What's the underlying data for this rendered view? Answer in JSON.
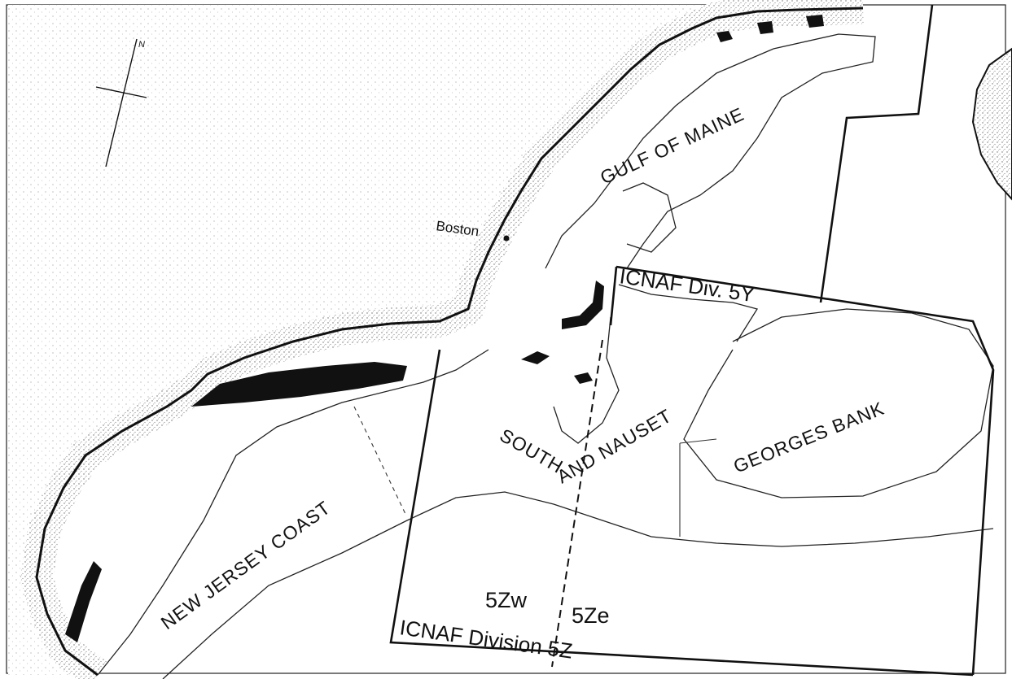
{
  "map": {
    "north_arrow_label": "N",
    "city": "Boston",
    "regions": {
      "gulf_of_maine": "GULF OF MAINE",
      "georges_bank": "GEORGES BANK",
      "south_and_nauset": "SOUTH AND NAUSET",
      "new_jersey_coast": "NEW JERSEY COAST"
    },
    "divisions": {
      "div_5y": "ICNAF Div. 5Y",
      "div_5z": "ICNAF Division 5Z"
    },
    "subdivisions": {
      "west": "5Zw",
      "east": "5Ze"
    },
    "colors": {
      "land_stipple": "#cfcfcf",
      "shoreline": "#111111",
      "water": "#ffffff"
    }
  }
}
